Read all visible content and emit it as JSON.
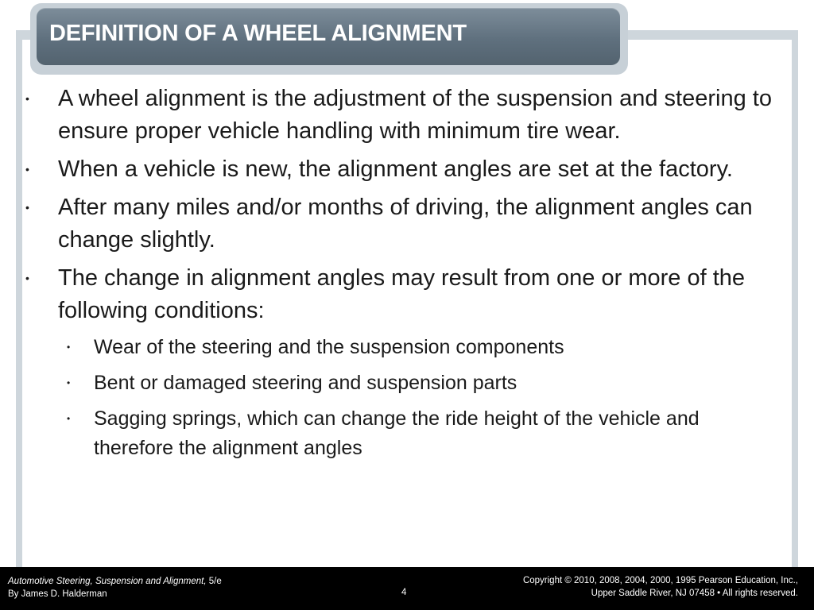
{
  "slide": {
    "title": "DEFINITION OF A WHEEL ALIGNMENT",
    "bullets": [
      "A wheel alignment is the adjustment of the suspension and steering to ensure proper vehicle handling with minimum tire wear.",
      "When a vehicle is new, the alignment angles are set at the factory.",
      "After many miles and/or months of driving, the alignment angles can change slightly.",
      "The change in alignment angles may result from one or more of the following conditions:"
    ],
    "sub_bullets": [
      "Wear of the steering and the suspension components",
      "Bent or damaged steering and suspension parts",
      "Sagging springs, which can change the ride height of the vehicle and therefore the alignment angles"
    ],
    "bullet_symbol": "•"
  },
  "footer": {
    "book_title": "Automotive Steering, Suspension and Alignment,",
    "edition": " 5/e",
    "author": "By James D. Halderman",
    "page_number": "4",
    "copyright_line1": "Copyright © 2010, 2008, 2004, 2000, 1995 Pearson Education, Inc.,",
    "copyright_line2": "Upper Saddle River, NJ 07458 • All rights reserved."
  },
  "colors": {
    "title_bar": "#5f707e",
    "frame": "#ced6dc",
    "footer_bg": "#000000"
  }
}
